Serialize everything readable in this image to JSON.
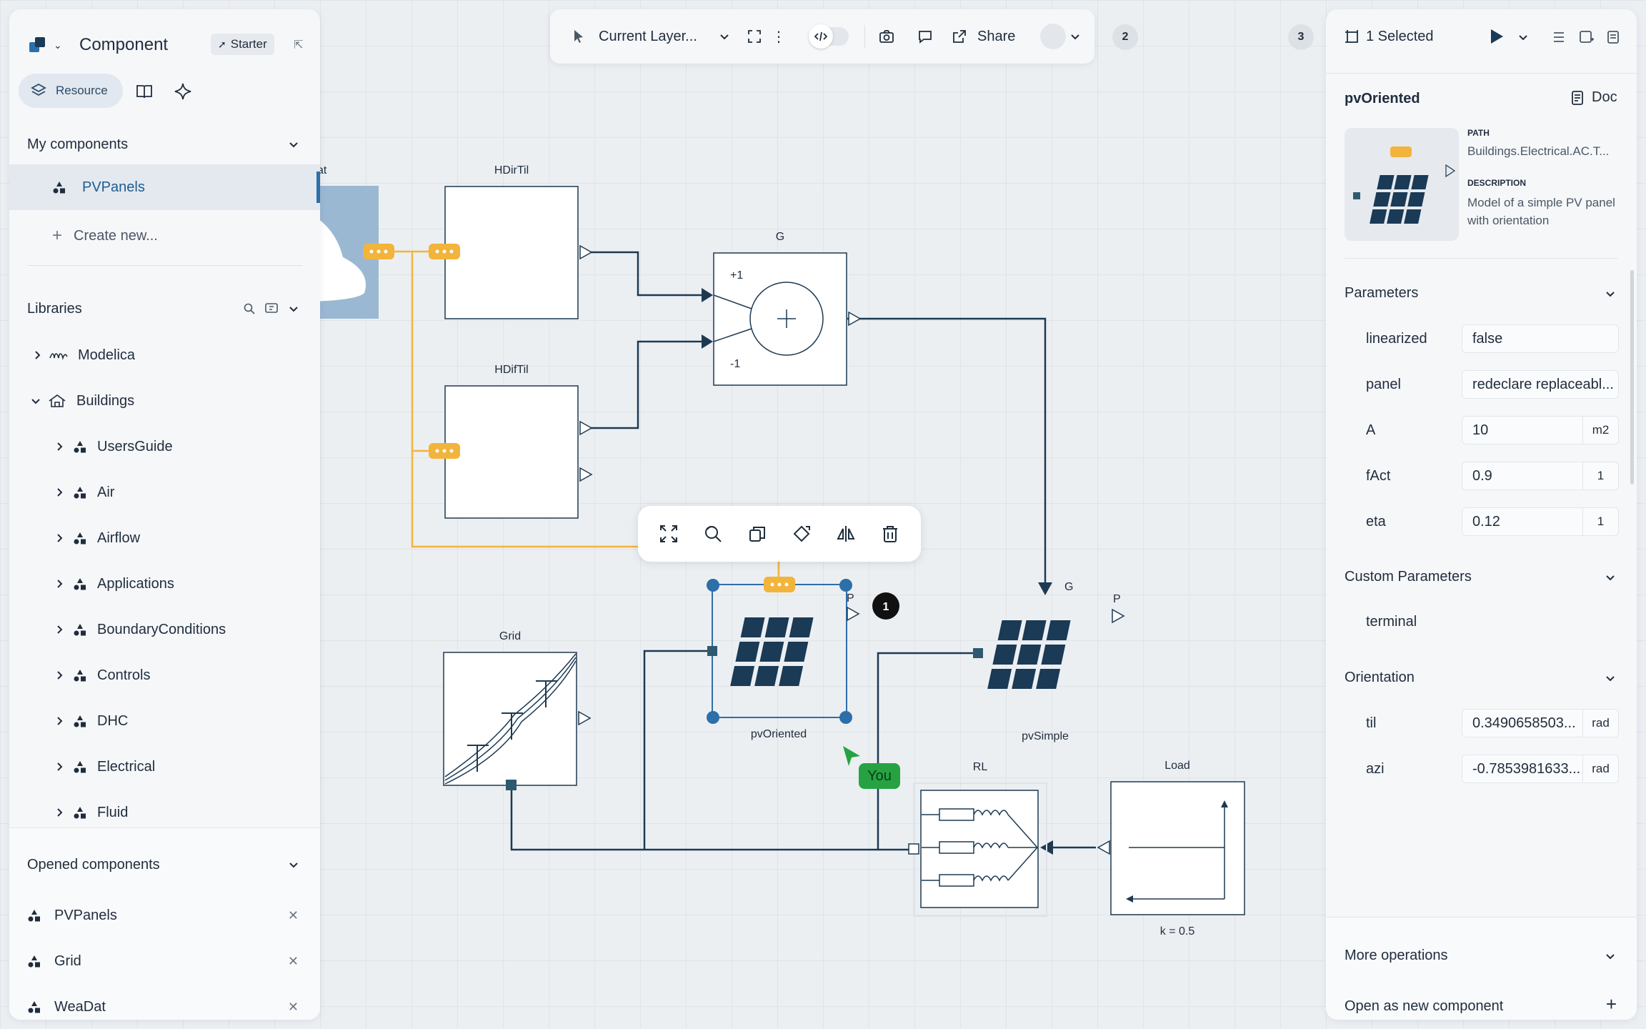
{
  "left_panel": {
    "title": "Component",
    "starter_label": "Starter",
    "tabs": [
      {
        "label": "Resource",
        "icon": "layers-icon"
      },
      {
        "icon": "book-icon"
      },
      {
        "icon": "sparkle-icon"
      }
    ],
    "my_components": {
      "title": "My components",
      "items": [
        {
          "label": "PVPanels",
          "selected": true
        }
      ],
      "create_label": "Create new..."
    },
    "libraries": {
      "title": "Libraries",
      "items": [
        {
          "label": "Modelica",
          "level": 0,
          "expanded": false
        },
        {
          "label": "Buildings",
          "level": 0,
          "expanded": true
        },
        {
          "label": "UsersGuide",
          "level": 1
        },
        {
          "label": "Air",
          "level": 1
        },
        {
          "label": "Airflow",
          "level": 1
        },
        {
          "label": "Applications",
          "level": 1
        },
        {
          "label": "BoundaryConditions",
          "level": 1
        },
        {
          "label": "Controls",
          "level": 1
        },
        {
          "label": "DHC",
          "level": 1
        },
        {
          "label": "Electrical",
          "level": 1
        },
        {
          "label": "Fluid",
          "level": 1
        }
      ]
    },
    "opened_components": {
      "title": "Opened components",
      "items": [
        "PVPanels",
        "Grid",
        "WeaDat"
      ]
    }
  },
  "top_toolbar": {
    "layer_label": "Current Layer...",
    "share_label": "Share",
    "badge_left": "2",
    "badge_right": "3"
  },
  "right_panel": {
    "selection_label": "1 Selected",
    "component_name": "pvOriented",
    "doc_label": "Doc",
    "path_title": "PATH",
    "path_value": "Buildings.Electrical.AC.T...",
    "desc_title": "DESCRIPTION",
    "desc_value": "Model of a simple PV panel with orientation",
    "parameters_title": "Parameters",
    "parameters": [
      {
        "name": "linearized",
        "value": "false",
        "unit": ""
      },
      {
        "name": "panel",
        "value": "redeclare replaceabl...",
        "unit": ""
      },
      {
        "name": "A",
        "value": "10",
        "unit": "m2"
      },
      {
        "name": "fAct",
        "value": "0.9",
        "unit": "1"
      },
      {
        "name": "eta",
        "value": "0.12",
        "unit": "1"
      }
    ],
    "custom_title": "Custom Parameters",
    "custom_items": [
      "terminal"
    ],
    "orientation_title": "Orientation",
    "orientation": [
      {
        "name": "til",
        "value": "0.3490658503...",
        "unit": "rad"
      },
      {
        "name": "azi",
        "value": "-0.7853981633...",
        "unit": "rad"
      }
    ],
    "more_ops": "More operations",
    "open_new": "Open as new component"
  },
  "diagram": {
    "labels": {
      "weadat_partial": "at",
      "hdirtil": "HDirTil",
      "hdiftil": "HDifTil",
      "g_add": "G",
      "plus1": "+1",
      "minus1": "-1",
      "grid": "Grid",
      "pv_oriented": "pvOriented",
      "pv_p": "P",
      "pv_simple": "pvSimple",
      "pv_simple_g": "G",
      "pv_simple_p": "P",
      "rl": "RL",
      "load": "Load",
      "load_k": "k = 0.5",
      "marker": "1"
    },
    "cursor_tag": "You"
  },
  "colors": {
    "accent": "#2d6fa8",
    "wire": "#1d3a52",
    "connector_yellow": "#f2b43b",
    "user_green": "#27a243"
  }
}
